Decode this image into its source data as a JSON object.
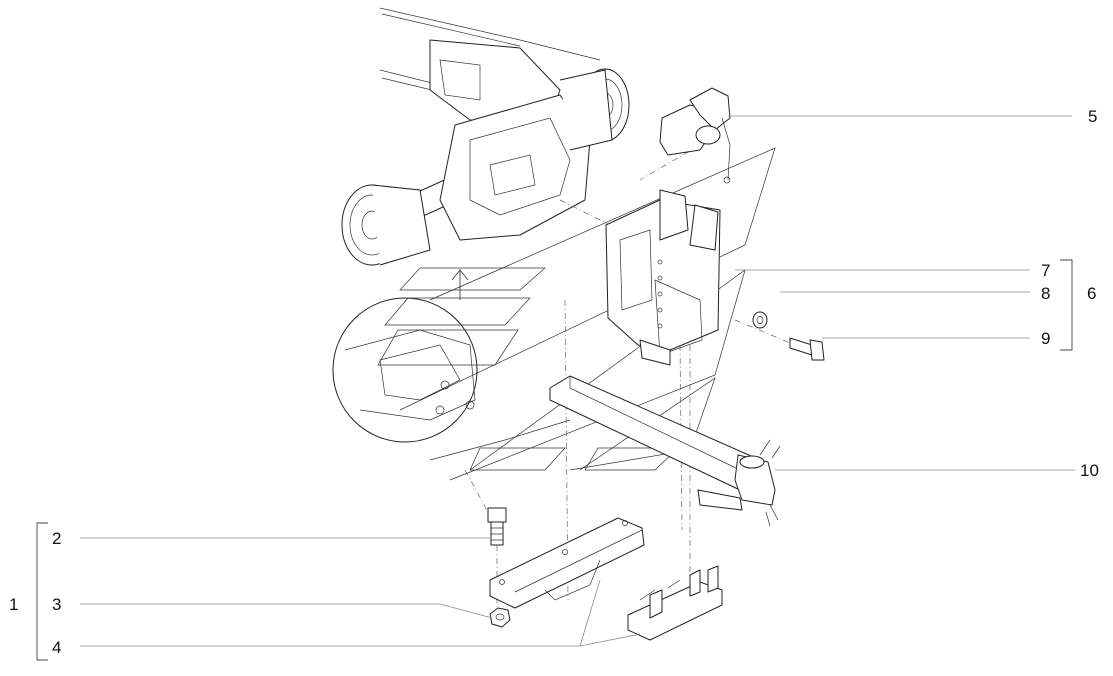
{
  "callouts": {
    "c1": "1",
    "c2": "2",
    "c3": "3",
    "c4": "4",
    "c5": "5",
    "c6": "6",
    "c7": "7",
    "c8": "8",
    "c9": "9",
    "c10": "10"
  },
  "colors": {
    "line": "#8a8a8a",
    "ink": "#222222",
    "background": "#ffffff"
  }
}
